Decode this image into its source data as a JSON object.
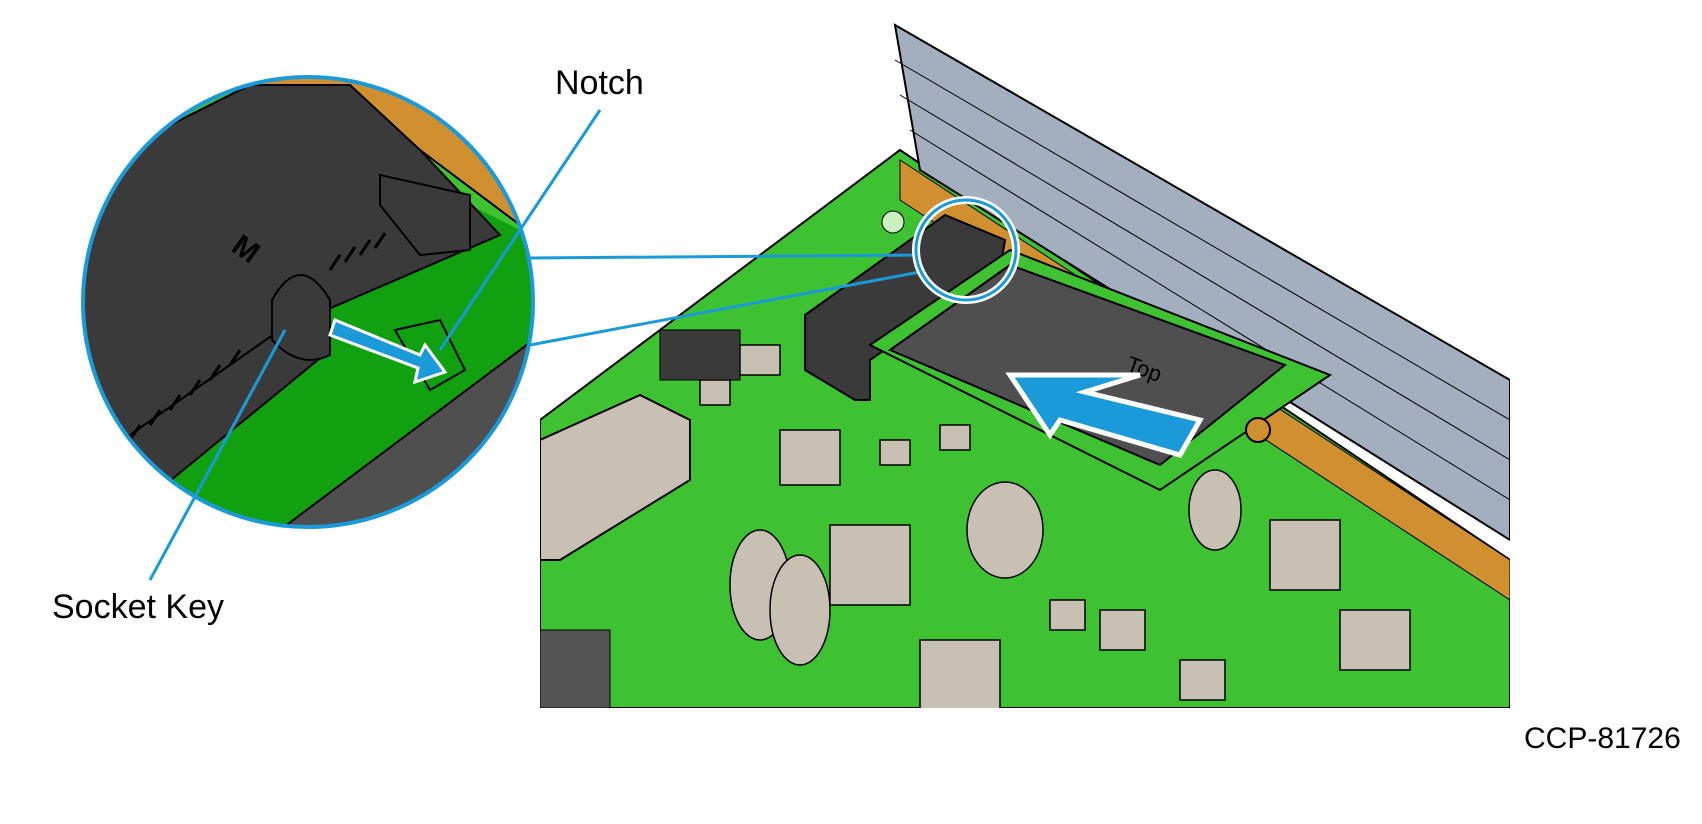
{
  "callouts": {
    "notch": "Notch",
    "socket_key": "Socket Key"
  },
  "connector_key_letter": "M",
  "card_label": "Top",
  "figure_id": "CCP-81726",
  "colors": {
    "pcb_green": "#3ec232",
    "pcb_dark_green": "#10a010",
    "connector_black": "#3a3a3a",
    "card_gray": "#4f4f4f",
    "gold": "#d09030",
    "heatsink": "#a3aebf",
    "callout_blue": "#1a9ad8",
    "component_beige": "#c8c0b2"
  }
}
